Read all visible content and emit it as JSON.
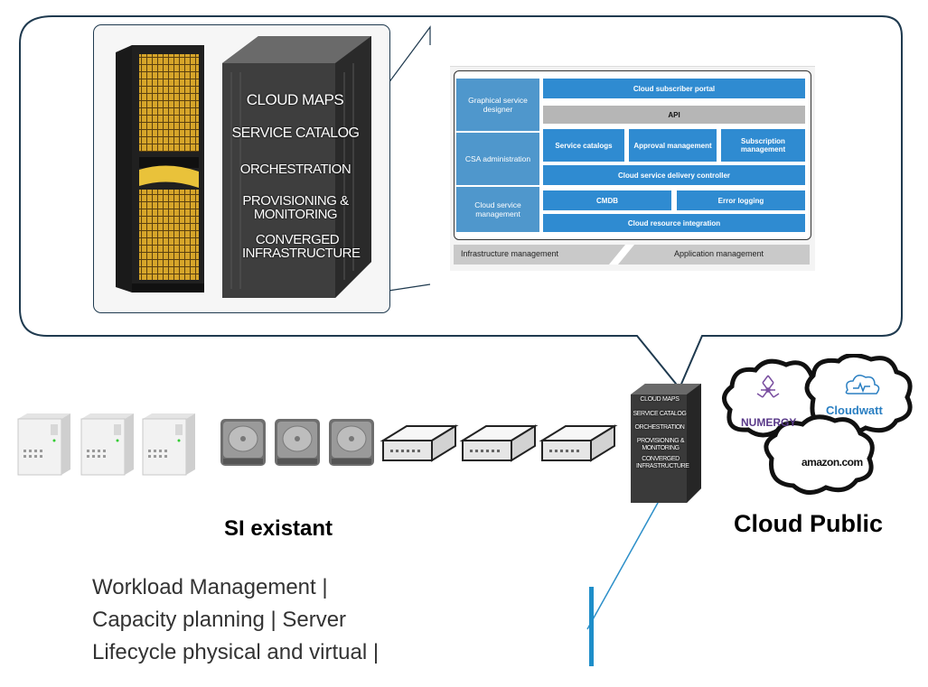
{
  "tower_layers": [
    "CLOUD MAPS",
    "SERVICE CATALOG",
    "ORCHESTRATION",
    "PROVISIONING & MONITORING",
    "CONVERGED INFRASTRUCTURE"
  ],
  "architecture": {
    "left_column": [
      "Graphical service designer",
      "CSA administration",
      "Cloud service management"
    ],
    "portal": "Cloud subscriber portal",
    "api": "API",
    "service_catalogs": "Service catalogs",
    "approval_management": "Approval management",
    "subscription_management": "Subscription management",
    "delivery_controller": "Cloud service delivery controller",
    "cmdb": "CMDB",
    "error_logging": "Error logging",
    "resource_integration": "Cloud resource integration",
    "infrastructure_management": "Infrastructure management",
    "application_management": "Application management"
  },
  "cloud_logos": [
    "NUMERGY",
    "Cloudwatt",
    "amazon.com"
  ],
  "labels": {
    "si_existant": "SI existant",
    "cloud_public": "Cloud Public"
  },
  "body_lines": [
    "Workload Management |",
    "Capacity planning | Server",
    "Lifecycle physical and virtual |"
  ],
  "colors": {
    "outline": "#1f3a4f",
    "arch_blue": "#2f8bd1",
    "arch_left_blue": "#4f97cc",
    "accent_bar": "#1e8ec9"
  }
}
